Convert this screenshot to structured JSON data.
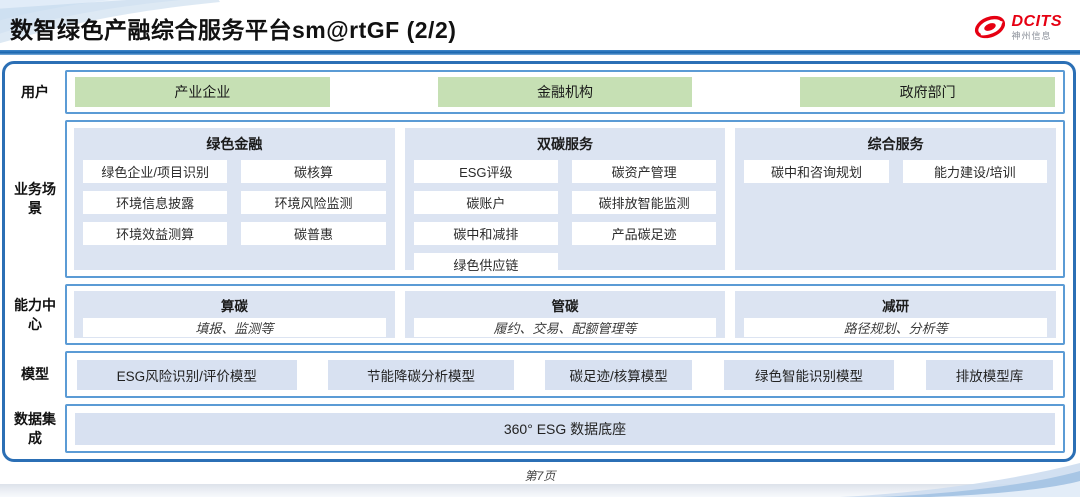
{
  "header": {
    "title": "数智绿色产融综合服务平台sm@rtGF (2/2)",
    "logo": {
      "brand": "DCITS",
      "subtitle": "神州信息",
      "icon": "dcits-swirl-icon",
      "brand_color": "#e60012"
    }
  },
  "rows": {
    "users": {
      "label": "用户",
      "items": [
        "产业企业",
        "金融机构",
        "政府部门"
      ],
      "chip_color": "#c6e0b4"
    },
    "scenes": {
      "label": "业务场景",
      "panels": [
        {
          "title": "绿色金融",
          "items": [
            "绿色企业/项目识别",
            "碳核算",
            "环境信息披露",
            "环境风险监测",
            "环境效益测算",
            "碳普惠"
          ]
        },
        {
          "title": "双碳服务",
          "items": [
            "ESG评级",
            "碳资产管理",
            "碳账户",
            "碳排放智能监测",
            "碳中和减排",
            "产品碳足迹",
            "绿色供应链"
          ]
        },
        {
          "title": "综合服务",
          "items": [
            "碳中和咨询规划",
            "能力建设/培训"
          ]
        }
      ]
    },
    "capability": {
      "label": "能力中心",
      "panels": [
        {
          "title": "算碳",
          "desc": "填报、监测等"
        },
        {
          "title": "管碳",
          "desc": "履约、交易、配额管理等"
        },
        {
          "title": "减研",
          "desc": "路径规划、分析等"
        }
      ]
    },
    "models": {
      "label": "模型",
      "items": [
        "ESG风险识别/评价模型",
        "节能降碳分析模型",
        "碳足迹/核算模型",
        "绿色智能识别模型",
        "排放模型库"
      ]
    },
    "data": {
      "label": "数据集成",
      "item": "360° ESG 数据底座"
    }
  },
  "footer": {
    "page": "第7页"
  },
  "colors": {
    "outer_border": "#2b6fb5",
    "box_border": "#5b9bd5",
    "panel_bg": "#dce4f2",
    "model_chip_bg": "#d8e1f1",
    "user_chip_bg": "#c6e0b4",
    "title_rule": "#1a66af",
    "brand_red": "#e60012"
  }
}
